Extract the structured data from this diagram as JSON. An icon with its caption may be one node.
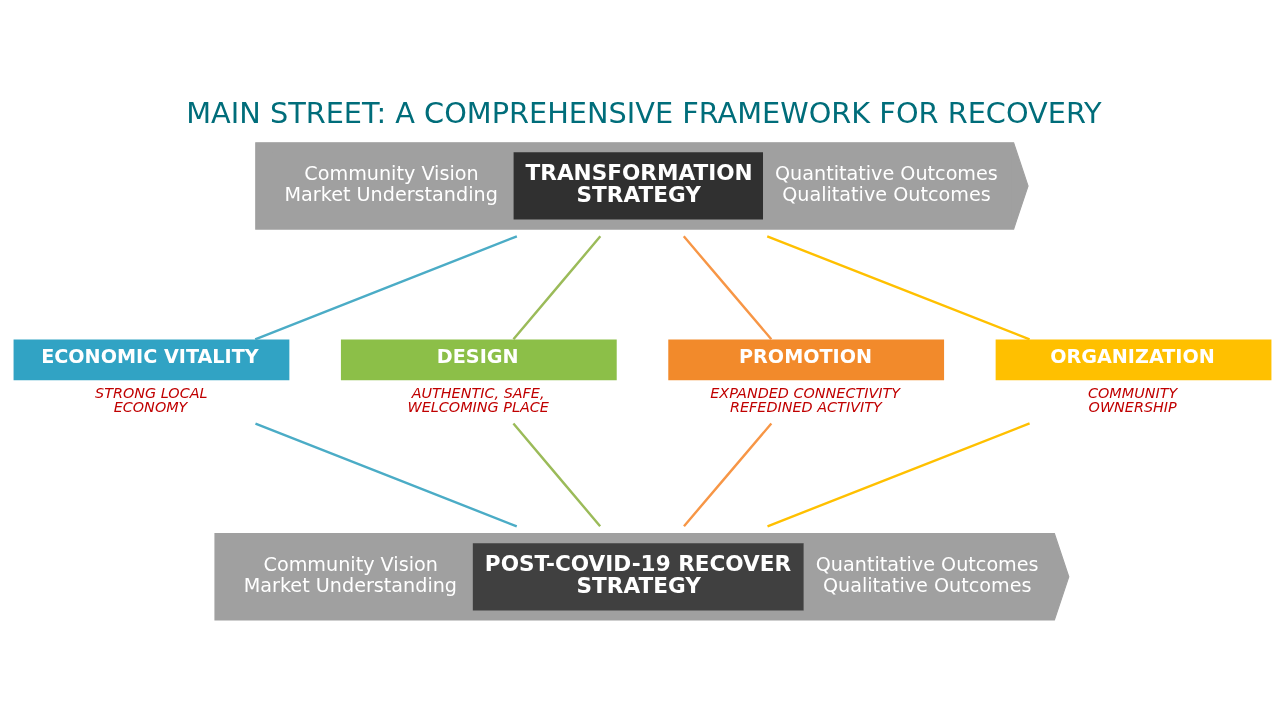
{
  "diagram": {
    "title": "MAIN STREET: A COMPREHENSIVE FRAMEWORK FOR RECOVERY",
    "nodes": [
      {
        "text": [
          "Community Vision Market Understanding",
          "TRANSFORMATION STRATEGY",
          "Quantitative Outcomes Qualitative Outcomes"
        ]
      },
      {
        "text": [
          "ECONOMIC VITALITY"
        ],
        "beside": [
          "STRONG LOCAL ECONOMY"
        ]
      },
      {
        "text": [
          "DESIGN"
        ],
        "beside": [
          "AUTHENTIC, SAFE, WELCOMING PLACE"
        ]
      },
      {
        "text": [
          "PROMOTION"
        ],
        "beside": [
          "EXPANDED CONNECTIVITY REFEDINED ACTIVITY"
        ]
      },
      {
        "text": [
          "ORGANIZATION"
        ],
        "beside": [
          "COMMUNITY OWNERSHIP"
        ]
      },
      {
        "text": [
          "Community Vision Market Understanding",
          "POST-COVID-19 RECOVER STRATEGY",
          "Quantitative Outcomes Qualitative Outcomes"
        ]
      }
    ],
    "edges": [
      {
        "from": 0,
        "to": 1,
        "arrow": "none",
        "color": "#4bacc6"
      },
      {
        "from": 0,
        "to": 2,
        "arrow": "none",
        "color": "#9bbb59"
      },
      {
        "from": 0,
        "to": 3,
        "arrow": "none",
        "color": "#f79646"
      },
      {
        "from": 0,
        "to": 4,
        "arrow": "none",
        "color": "#ffc000"
      },
      {
        "from": 1,
        "to": 5,
        "arrow": "none",
        "color": "#4bacc6"
      },
      {
        "from": 2,
        "to": 5,
        "arrow": "none",
        "color": "#9bbb59"
      },
      {
        "from": 3,
        "to": 5,
        "arrow": "none",
        "color": "#f79646"
      },
      {
        "from": 4,
        "to": 5,
        "arrow": "none",
        "color": "#ffc000"
      }
    ]
  }
}
